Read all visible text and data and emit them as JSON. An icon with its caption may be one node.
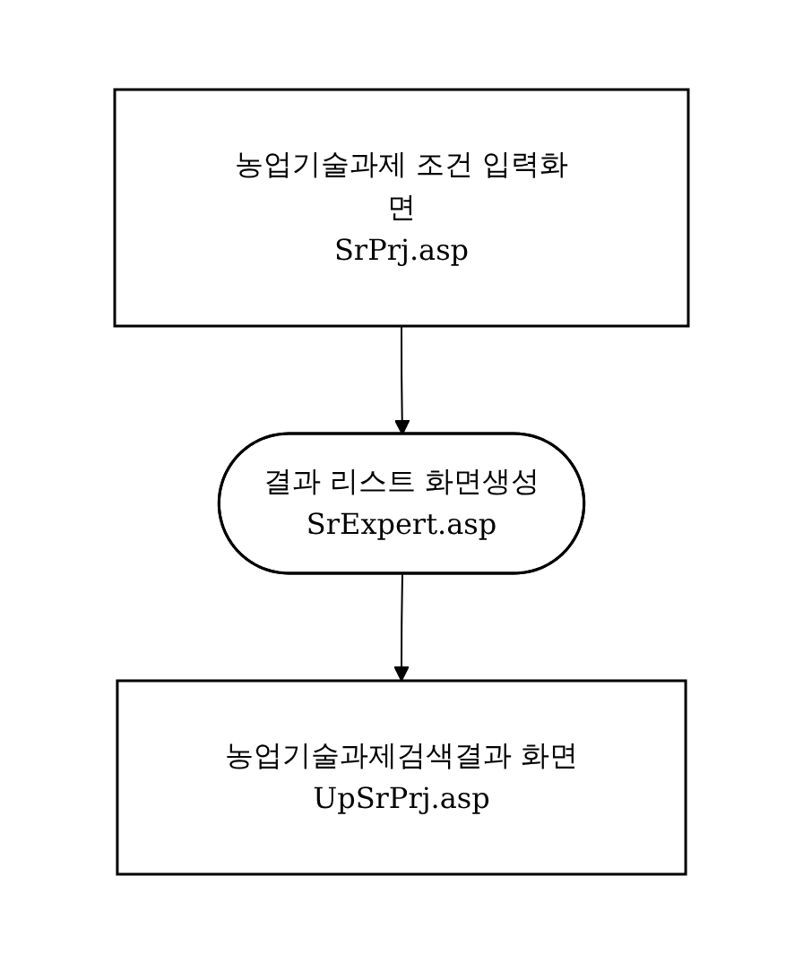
{
  "diagram": {
    "nodes": [
      {
        "text": [
          "농업기술과제 조건 입력화면",
          "SrPrj.asp"
        ]
      },
      {
        "text": [
          "결과 리스트 화면생성",
          "SrExpert.asp"
        ]
      },
      {
        "text": [
          "농업기술과제검색결과 화면",
          "UpSrPrj.asp"
        ]
      }
    ],
    "edges": [
      {
        "from": 0,
        "to": 1,
        "arrow": "to"
      },
      {
        "from": 1,
        "to": 2,
        "arrow": "to"
      }
    ]
  }
}
